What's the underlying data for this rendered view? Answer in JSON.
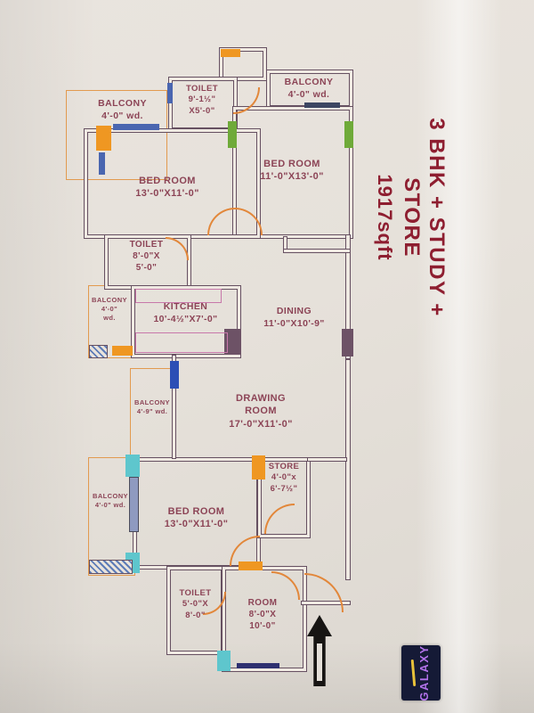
{
  "title": {
    "line1": "3 BHK + STUDY + STORE",
    "line2": "1917sqft"
  },
  "rooms": {
    "balcony_top_left": {
      "name": "BALCONY",
      "dim": "4'-0\" wd."
    },
    "toilet_top": {
      "name": "TOILET",
      "dim1": "9'-1½\"",
      "dim2": "X5'-0\""
    },
    "balcony_top_right": {
      "name": "BALCONY",
      "dim": "4'-0\" wd."
    },
    "bedroom_top_left": {
      "name": "BED ROOM",
      "dim": "13'-0\"X11'-0\""
    },
    "bedroom_top_right": {
      "name": "BED ROOM",
      "dim": "11'-0\"X13'-0\""
    },
    "toilet_mid": {
      "name": "TOILET",
      "dim1": "8'-0\"X",
      "dim2": "5'-0\""
    },
    "balcony_kitchen": {
      "name": "BALCONY",
      "dim1": "4'-0\"",
      "dim2": "wd."
    },
    "kitchen": {
      "name": "KITCHEN",
      "dim": "10'-4½\"X7'-0\""
    },
    "dining": {
      "name": "DINING",
      "dim": "11'-0\"X10'-9\""
    },
    "drawing_room": {
      "name1": "DRAWING",
      "name2": "ROOM",
      "dim": "17'-0\"X11'-0\""
    },
    "balcony_mid_left": {
      "name": "BALCONY",
      "dim": "4'-9\" wd."
    },
    "balcony_bottom_left": {
      "name": "BALCONY",
      "dim": "4'-0\" wd."
    },
    "bedroom_bottom": {
      "name": "BED ROOM",
      "dim": "13'-0\"X11'-0\""
    },
    "store": {
      "name": "STORE",
      "dim1": "4'-0\"x",
      "dim2": "6'-7½\""
    },
    "toilet_bottom": {
      "name": "TOILET",
      "dim1": "5'-0\"X",
      "dim2": "8'-0\""
    },
    "room_bottom": {
      "name": "ROOM",
      "dim1": "8'-0\"X",
      "dim2": "10'-0\""
    }
  },
  "logo": {
    "text": "GALAXY"
  },
  "colors": {
    "wall": "#665061",
    "door_arc_orange": "#e2873a",
    "window_green": "#6faa39",
    "window_blue": "#4a66b0",
    "window_cyan": "#5ec6cd",
    "wall_fill_purple": "#6d5266",
    "marker_orange": "#ef9722",
    "label_text": "#8c4456",
    "title_text": "#8e1e30",
    "paper": "#e6e1da"
  }
}
